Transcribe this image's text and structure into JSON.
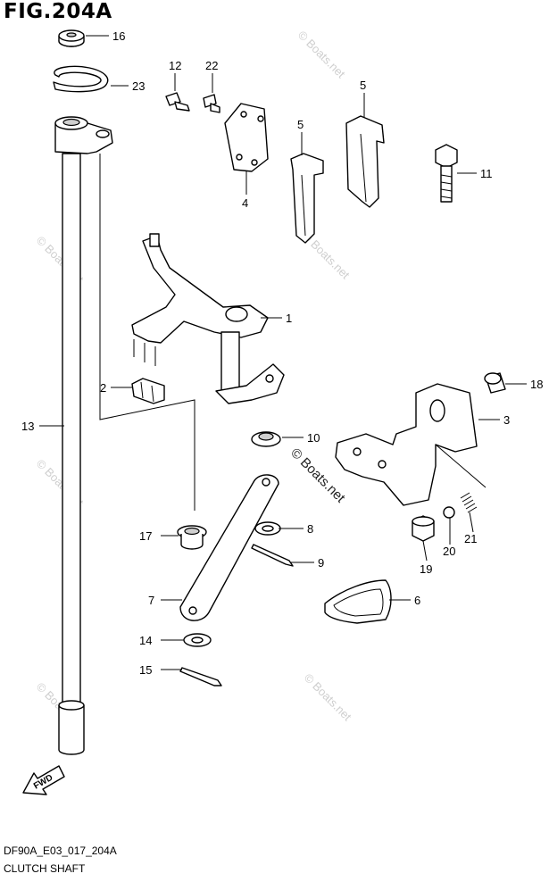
{
  "figure": {
    "title": "FIG.204A",
    "code": "DF90A_E03_017_204A",
    "caption": "CLUTCH SHAFT"
  },
  "callouts": [
    "1",
    "2",
    "3",
    "4",
    "5",
    "5",
    "6",
    "7",
    "8",
    "9",
    "10",
    "11",
    "12",
    "13",
    "14",
    "15",
    "16",
    "17",
    "18",
    "19",
    "20",
    "21",
    "22",
    "23"
  ],
  "watermark": {
    "text": "© Boats.net",
    "prominent": "© Boats.net"
  },
  "fwd_arrow": {
    "label": "FWD"
  }
}
